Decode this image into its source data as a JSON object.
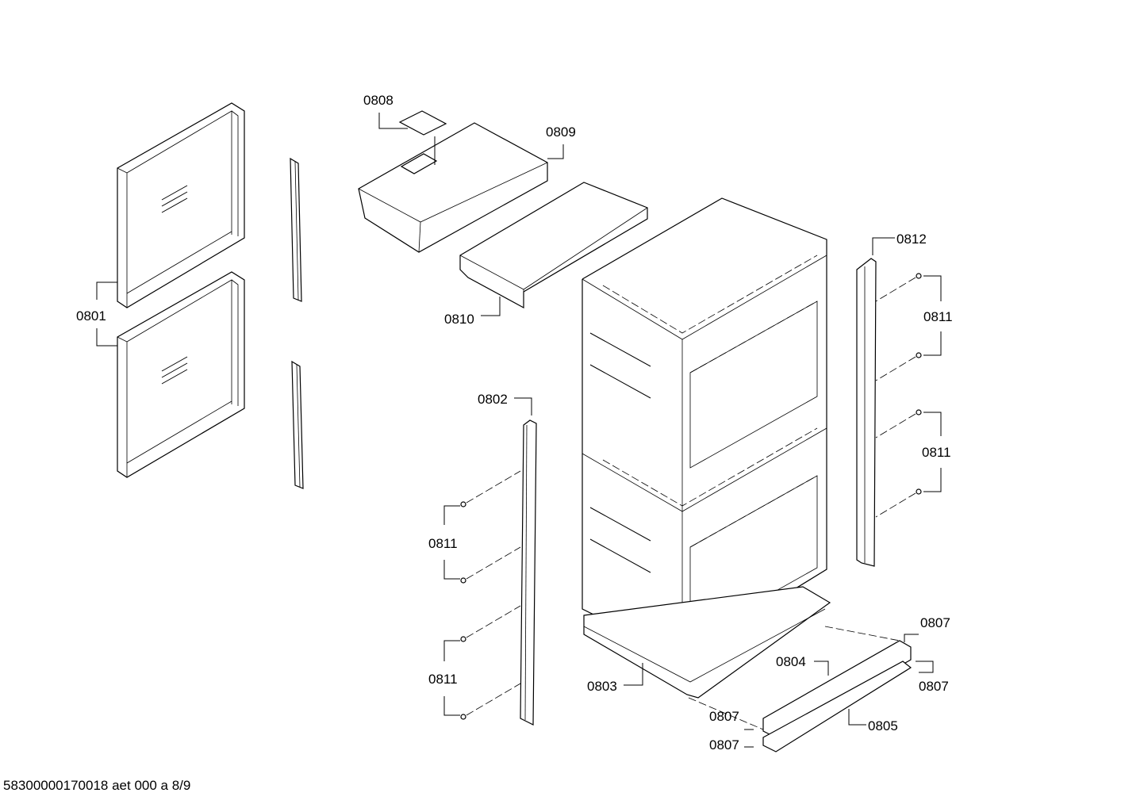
{
  "labels": {
    "p0801": "0801",
    "p0802": "0802",
    "p0803": "0803",
    "p0804": "0804",
    "p0805": "0805",
    "p0807a": "0807",
    "p0807b": "0807",
    "p0807c": "0807",
    "p0807d": "0807",
    "p0808": "0808",
    "p0809": "0809",
    "p0810": "0810",
    "p0811a": "0811",
    "p0811b": "0811",
    "p0811c": "0811",
    "p0811d": "0811",
    "p0812": "0812"
  },
  "footer": "58300000170018 aet 000 a 8/9"
}
